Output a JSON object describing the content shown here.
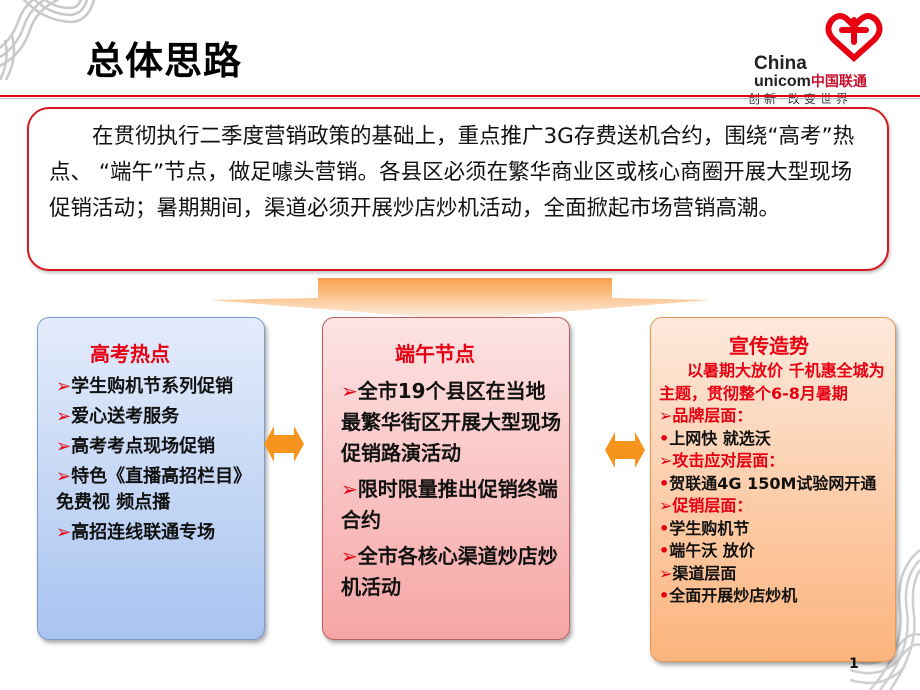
{
  "slide": {
    "title": "总体思路",
    "page_number": "1"
  },
  "logo": {
    "line1": "China",
    "line2_en": "unicom",
    "line2_cn": "中国联通",
    "slogan": "创新·改变世界",
    "brand_color": "#e60012"
  },
  "summary": {
    "text": "在贯彻执行二季度营销政策的基础上，重点推广3G存费送机合约，围绕“高考”热点、 “端午”节点，做足噱头营销。各县区必须在繁华商业区或核心商圈开展大型现场促销活动；暑期期间，渠道必须开展炒店炒机活动，全面掀起市场营销高潮。",
    "border_color": "#d81820"
  },
  "cards": [
    {
      "title": "高考热点",
      "theme": "blue",
      "items": [
        "学生购机节系列促销",
        "爱心送考服务",
        "高考考点现场促销",
        "特色《直播高招栏目》免费视 频点播",
        "高招连线联通专场"
      ]
    },
    {
      "title": "端午节点",
      "theme": "red",
      "items": [
        "全市19个县区在当地最繁华街区开展大型现场促销路演活动",
        "限时限量推出促销终端合约",
        "全市各核心渠道炒店炒机活动"
      ]
    },
    {
      "title": "宣传造势",
      "theme": "orange",
      "intro": "以暑期大放价 千机惠全城为主题，贯彻整个6-8月暑期",
      "sections": [
        {
          "heading": "品牌层面：",
          "heading_red": true,
          "bullets": [
            "上网快 就选沃"
          ]
        },
        {
          "heading": "攻击应对层面：",
          "heading_red": true,
          "bullets": [
            "贺联通4G 150M试验网开通"
          ]
        },
        {
          "heading": "促销层面：",
          "heading_red": true,
          "bullets": [
            "学生购机节",
            "端午沃 放价"
          ]
        },
        {
          "heading": "渠道层面",
          "heading_red": false,
          "bullets": [
            "全面开展炒店炒机"
          ]
        }
      ]
    }
  ],
  "icons": {
    "arrow_bullet": "➢",
    "dot_bullet": "•",
    "double_arrow_color": "#f7941d",
    "funnel_color": "#f9a04a"
  }
}
